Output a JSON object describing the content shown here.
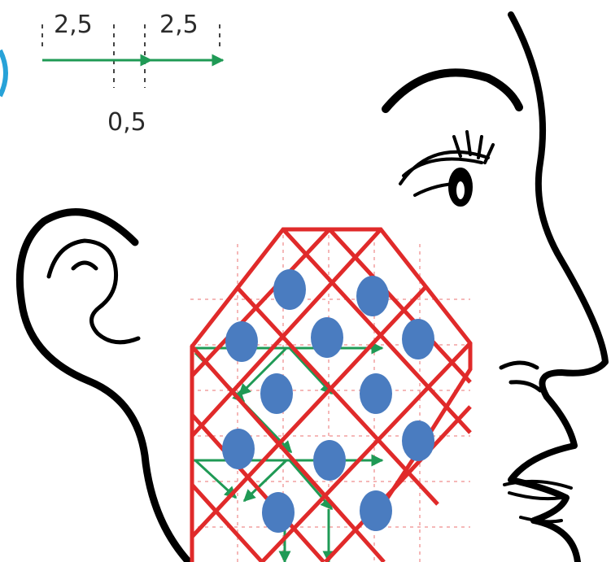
{
  "scale": {
    "left_segment": "2,5",
    "right_segment": "2,5",
    "gap": "0,5",
    "arrow_color": "#1f9a55"
  },
  "figure": {
    "outline_color": "#000000",
    "grid_color": "#e02a2a",
    "dot_color": "#4a7cc0",
    "arrow_color": "#1f9a55",
    "icons": [
      "face-profile-outline",
      "ear-outline",
      "eye",
      "eyebrow",
      "nose",
      "lips",
      "accent-bracket"
    ]
  }
}
